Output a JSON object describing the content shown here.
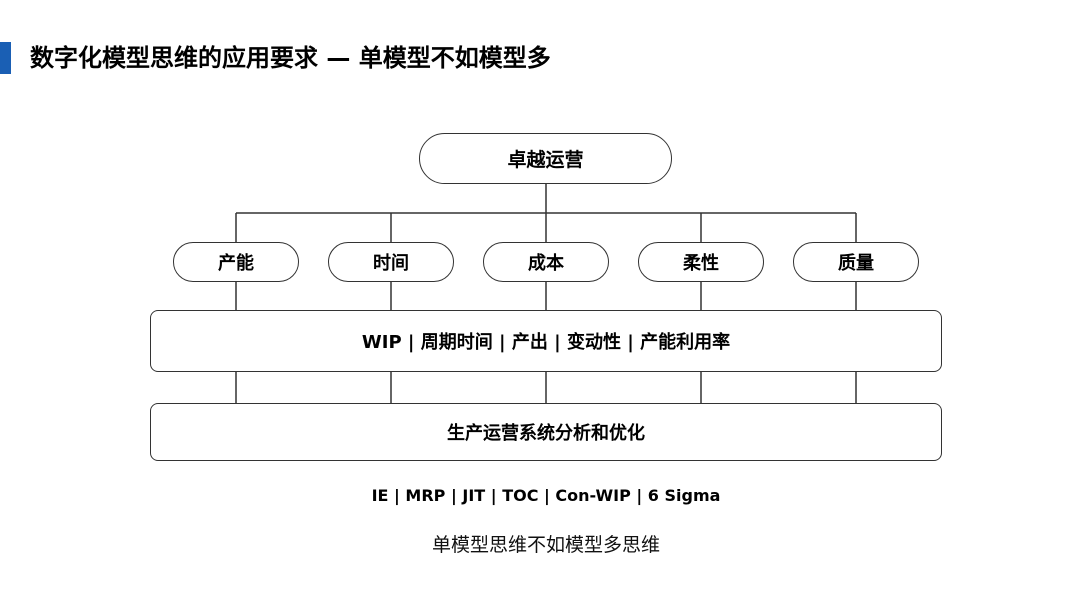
{
  "slide": {
    "title": "数字化模型思维的应用要求 — 单模型不如模型多",
    "accent_color": "#1a5fb4"
  },
  "diagram": {
    "root": "卓越运营",
    "dimensions": [
      "产能",
      "时间",
      "成本",
      "柔性",
      "质量"
    ],
    "metrics_bar": "WIP | 周期时间 | 产出 | 变动性 | 产能利用率",
    "analysis_bar": "生产运营系统分析和优化",
    "methods": "IE | MRP | JIT | TOC | Con-WIP | 6 Sigma",
    "caption": "单模型思维不如模型多思维"
  }
}
